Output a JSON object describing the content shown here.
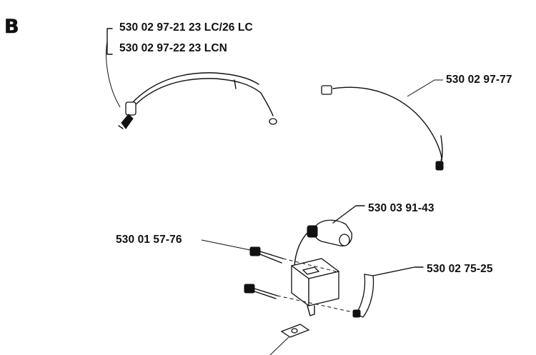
{
  "section_label": "B",
  "parts": {
    "wire_a": "530 02 97-21 23 LC/26 LC",
    "wire_b": "530 02 97-22 23 LCN",
    "cable": "530 02 97-77",
    "plug_cap": "530 03 91-43",
    "screw": "530 01 57-76",
    "clip": "530 02 75-25"
  }
}
